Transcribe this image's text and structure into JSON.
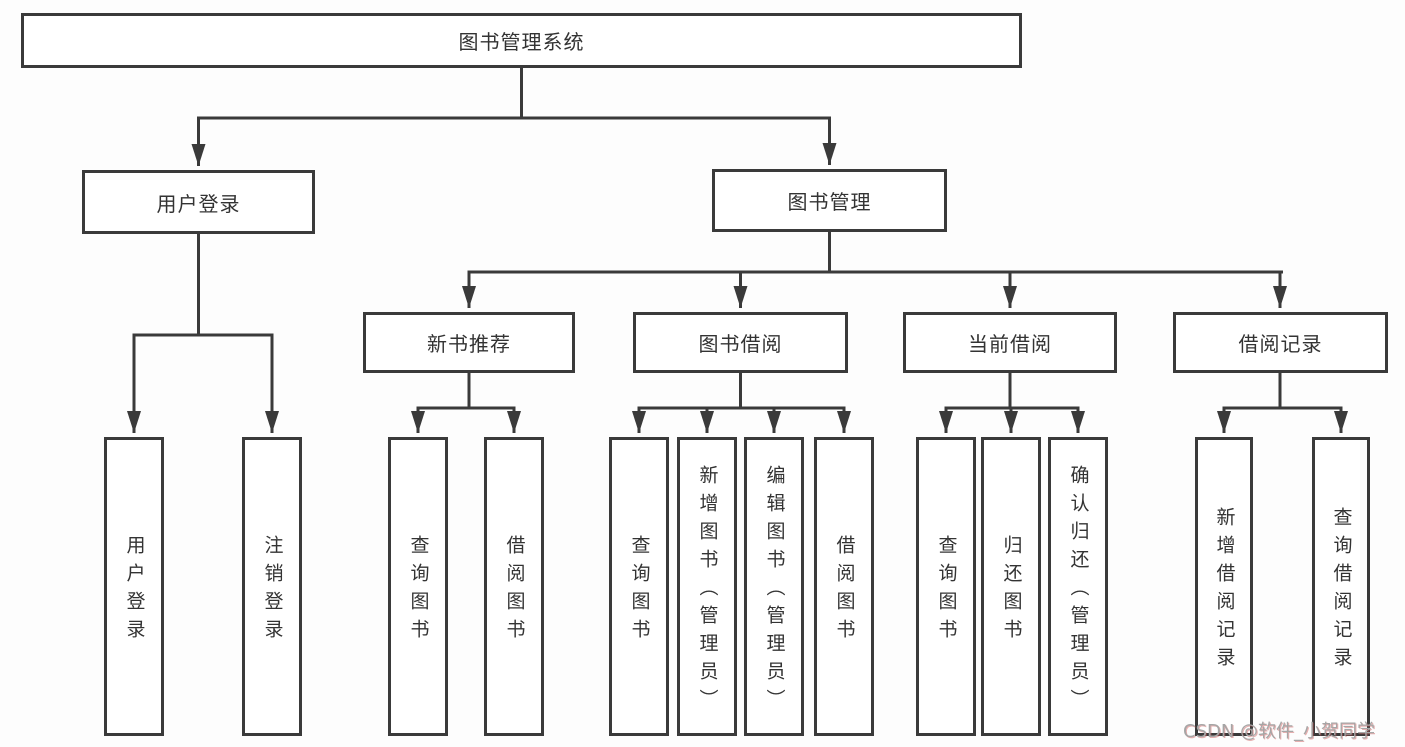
{
  "diagram": {
    "root": {
      "label": "图书管理系统"
    },
    "children": [
      {
        "label": "用户登录",
        "children": [
          {
            "label": "用户登录"
          },
          {
            "label": "注销登录"
          }
        ]
      },
      {
        "label": "图书管理",
        "children": [
          {
            "label": "新书推荐",
            "children": [
              {
                "label": "查询图书"
              },
              {
                "label": "借阅图书"
              }
            ]
          },
          {
            "label": "图书借阅",
            "children": [
              {
                "label": "查询图书"
              },
              {
                "label": "新增图书（管理员）"
              },
              {
                "label": "编辑图书（管理员）"
              },
              {
                "label": "借阅图书"
              }
            ]
          },
          {
            "label": "当前借阅",
            "children": [
              {
                "label": "查询图书"
              },
              {
                "label": "归还图书"
              },
              {
                "label": "确认归还（管理员）"
              }
            ]
          },
          {
            "label": "借阅记录",
            "children": [
              {
                "label": "新增借阅记录"
              },
              {
                "label": "查询借阅记录"
              }
            ]
          }
        ]
      }
    ]
  },
  "watermark": "CSDN @软件_小贺同学",
  "colors": {
    "line": "#3a3a3a",
    "text": "#333333",
    "box_background": "#ffffff",
    "watermark_gray": "#a6a6a6",
    "watermark_red_shadow": "#c95252"
  }
}
